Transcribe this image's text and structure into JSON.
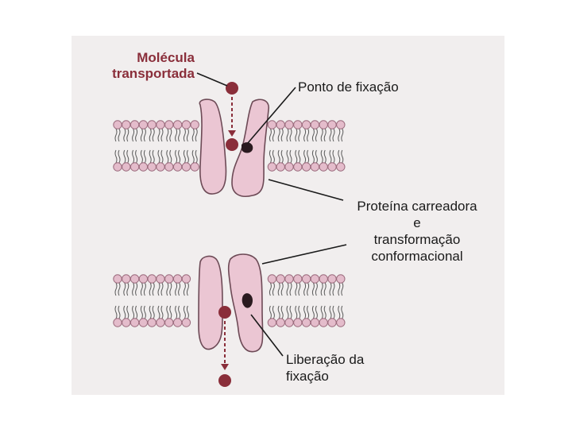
{
  "labels": {
    "molecule_line1": "Molécula",
    "molecule_line2": "transportada",
    "binding_point": "Ponto de fixação",
    "carrier_line1": "Proteína carreadora",
    "carrier_line2": "e",
    "carrier_line3": "transformação",
    "carrier_line4": "conformacional",
    "release_line1": "Liberação da",
    "release_line2": "fixação"
  },
  "colors": {
    "page_bg": "#ffffff",
    "panel_bg": "#f1eeee",
    "lipid_head": "#e4bccb",
    "lipid_head_stroke": "#9a6a7c",
    "protein_fill": "#ebc6d3",
    "protein_stroke": "#6d4a56",
    "molecule": "#8a2e3a",
    "binding_site": "#2a1a1f",
    "molecule_label_text": "#8a2e3a",
    "text": "#1a1a1a"
  }
}
